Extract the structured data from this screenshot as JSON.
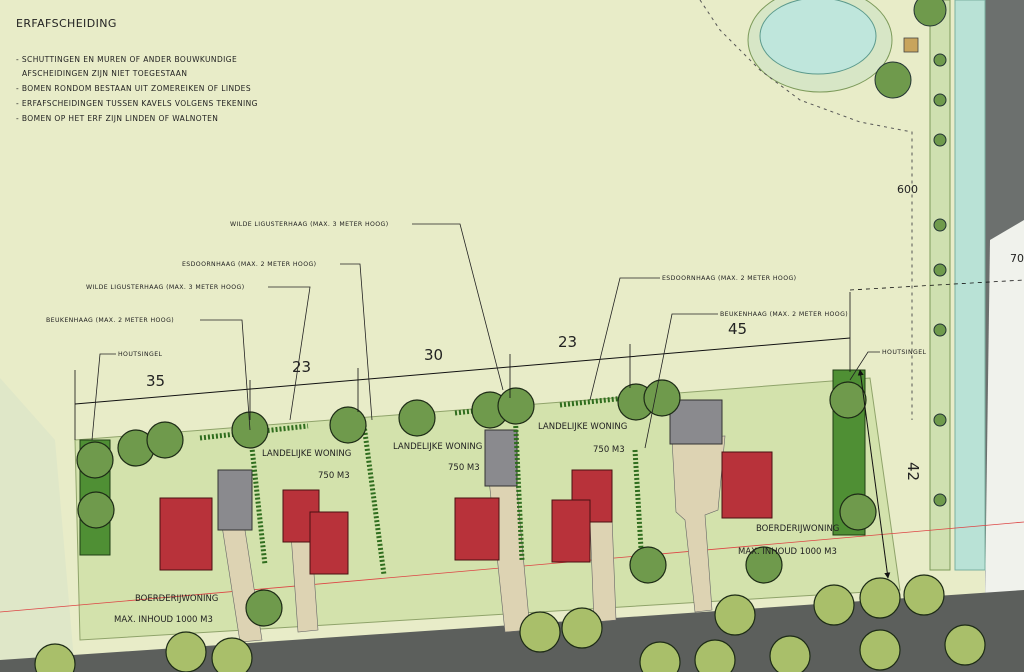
{
  "legend": {
    "title": "ERFAFSCHEIDING",
    "lines": [
      "- SCHUTTINGEN EN MUREN OF ANDER BOUWKUNDIGE",
      "AFSCHEIDINGEN ZIJN NIET TOEGESTAAN",
      "- BOMEN RONDOM BESTAAN UIT ZOMEREIKEN OF LINDES",
      "- ERFAFSCHEIDINGEN TUSSEN KAVELS VOLGENS TEKENING",
      "- BOMEN OP HET ERF ZIJN LINDEN OF WALNOTEN"
    ]
  },
  "callouts": {
    "beukenhaag_left": "BEUKENHAAG (MAX. 2 METER HOOG)",
    "houtsingel_left": "HOUTSINGEL",
    "wilde_liguster_left": "WILDE LIGUSTERHAAG (MAX. 3 METER HOOG)",
    "esdoornhaag_left": "ESDOORNHAAG (MAX. 2 METER HOOG)",
    "wilde_liguster_top": "WILDE LIGUSTERHAAG (MAX. 3 METER HOOG)",
    "esdoornhaag_right": "ESDOORNHAAG (MAX. 2 METER HOOG)",
    "beukenhaag_right": "BEUKENHAAG (MAX. 2 METER HOOG)",
    "houtsingel_right": "HOUTSINGEL"
  },
  "dimensions": {
    "d1": "35",
    "d2": "23",
    "d3": "30",
    "d4": "23",
    "d5": "45",
    "depth": "42",
    "edge_top": "600",
    "edge_right": "70"
  },
  "plots": {
    "w1_name": "LANDELIJKE WONING",
    "w1_vol": "750 M3",
    "w2_name": "LANDELIJKE WONING",
    "w2_vol": "750 M3",
    "w3_name": "LANDELIJKE WONING",
    "w3_vol": "750 M3",
    "farm_left_name": "BOERDERIJWONING",
    "farm_left_vol": "MAX. INHOUD 1000 M3",
    "farm_right_name": "BOERDERIJWONING",
    "farm_right_vol": "MAX. INHOUD 1000 M3"
  },
  "colors": {
    "background": "#e8ecc8",
    "plot_fill": "#d3e2ac",
    "tree_fill": "#6f9a4c",
    "hedge": "#3f7a2a",
    "roof_red": "#b8323a",
    "roof_grey": "#8a8a8e",
    "path": "#ddd3b3",
    "road": "#5c5f5c",
    "water": "#bfe6dc"
  }
}
